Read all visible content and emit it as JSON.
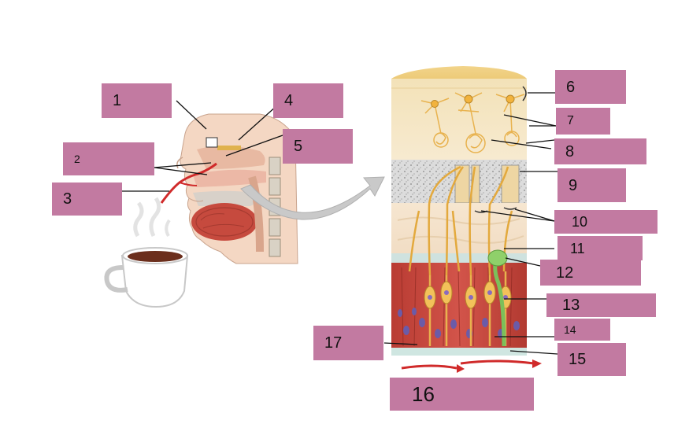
{
  "labels": [
    "1",
    "2",
    "3",
    "4",
    "5",
    "6",
    "7",
    "8",
    "9",
    "10",
    "11",
    "12",
    "13",
    "14",
    "15",
    "16",
    "17"
  ],
  "colors": {
    "label_box": "#c27aa1",
    "leader_line": "#111111",
    "bulb_fill": "#f5ddb0",
    "bone": "#d8d8d8",
    "epithelium": "#c9473a",
    "neuron": "#e8b24e",
    "mucus_arrow": "#d02a2a"
  }
}
